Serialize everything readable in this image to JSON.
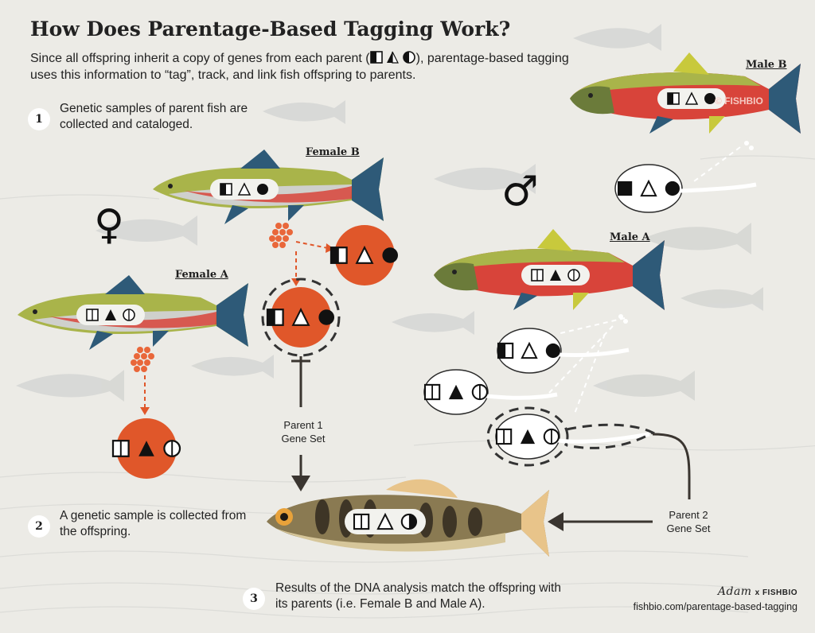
{
  "title": "How Does Parentage-Based Tagging Work?",
  "intro_before": "Since all offspring inherit a copy of genes from each parent (",
  "intro_after": "), parentage-based tagging uses this information to “tag”, track, and link fish offspring to parents.",
  "steps": [
    {
      "num": "1",
      "text": "Genetic samples of parent fish are collected and cataloged."
    },
    {
      "num": "2",
      "text": "A genetic sample is collected from the offspring."
    },
    {
      "num": "3",
      "text": "Results of the DNA analysis match the offspring with its parents (i.e. Female B and Male A)."
    }
  ],
  "fish_labels": {
    "female_a": "Female A",
    "female_b": "Female B",
    "male_a": "Male A",
    "male_b": "Male B"
  },
  "gene_sets": {
    "parent1": "Parent 1\nGene Set",
    "parent2": "Parent 2\nGene Set"
  },
  "watermark": "© FISHBIO",
  "signature": {
    "name": "Adam",
    "x": "x",
    "brand": "FISHBIO"
  },
  "credit_url": "fishbio.com/parentage-based-tagging",
  "symbols": {
    "female": "♀",
    "male": "♂"
  },
  "colors": {
    "background": "#ecebe6",
    "egg_orange": "#e0572a",
    "salmon_red": "#d8443a",
    "salmon_green": "#a9b44a",
    "fin_blue": "#2e5a78",
    "fin_yellow": "#c8c93c",
    "fry_brown": "#7a6a45"
  },
  "icons": [
    "half-filled-square-icon",
    "triangle-icon",
    "half-filled-circle-icon",
    "female-symbol-icon",
    "male-symbol-icon",
    "egg-cluster-icon",
    "sperm-icon",
    "arrow-icon"
  ]
}
